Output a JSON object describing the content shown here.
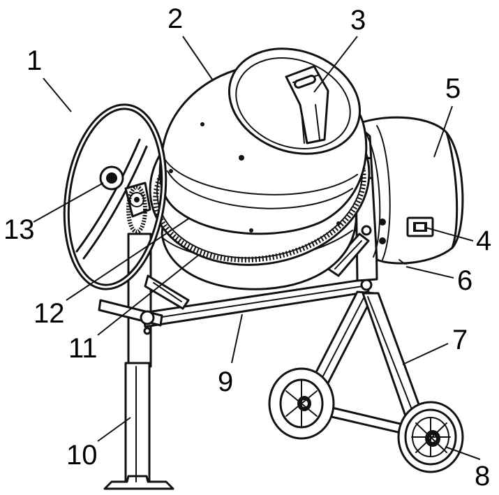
{
  "callouts": [
    {
      "number": "1"
    },
    {
      "number": "2"
    },
    {
      "number": "3"
    },
    {
      "number": "4"
    },
    {
      "number": "5"
    },
    {
      "number": "6"
    },
    {
      "number": "7"
    },
    {
      "number": "8"
    },
    {
      "number": "9"
    },
    {
      "number": "10"
    },
    {
      "number": "11"
    },
    {
      "number": "12"
    },
    {
      "number": "13"
    }
  ]
}
